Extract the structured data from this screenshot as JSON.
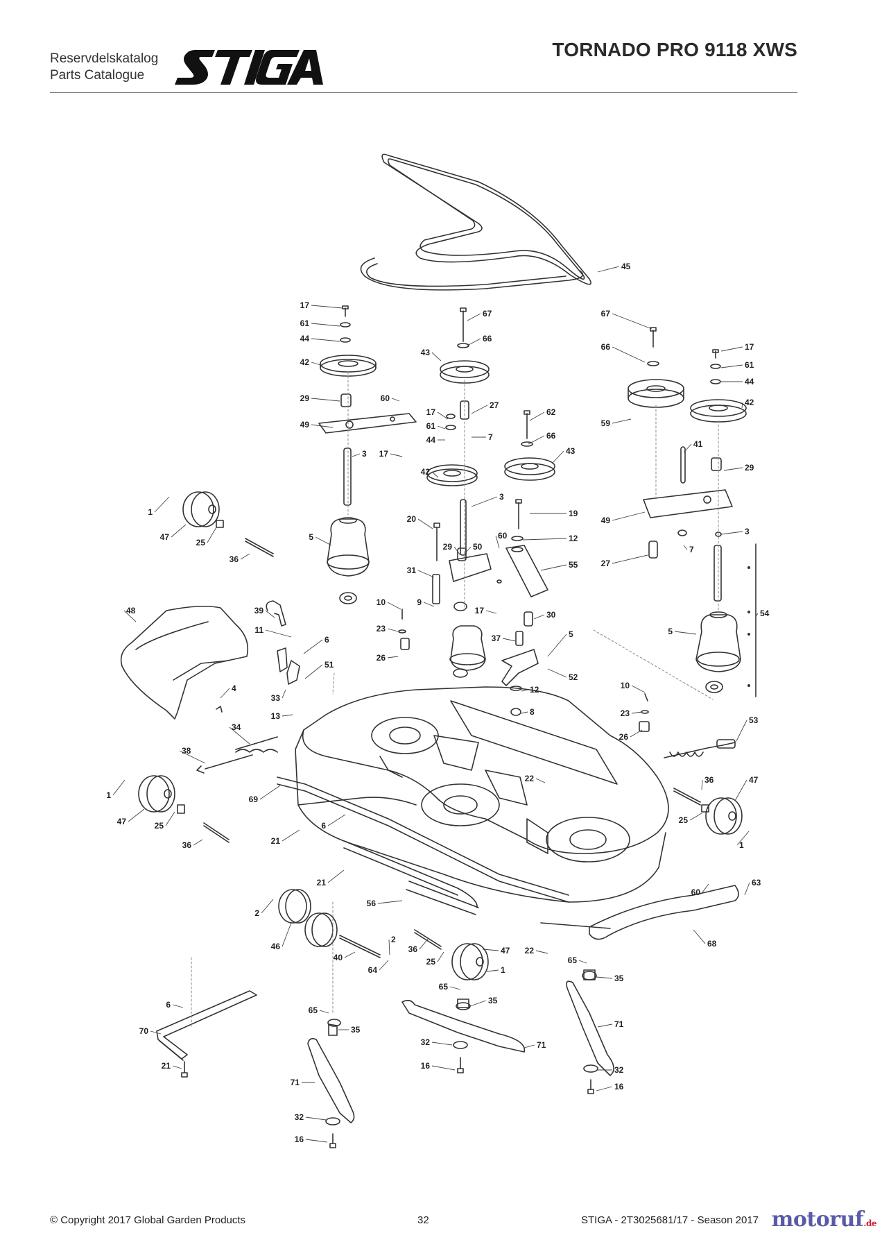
{
  "header": {
    "catalogue_sv": "Reservdelskatalog",
    "catalogue_en": "Parts Catalogue",
    "brand": "STIGA",
    "model_title": "TORNADO PRO 9118 XWS"
  },
  "footer": {
    "copyright": "© Copyright 2017 Global Garden Products",
    "page_number": "32",
    "doc_ref": "STIGA - 2T3025681/17 - Season 2017"
  },
  "watermark": {
    "name": "motoruf",
    "tld": ".de"
  },
  "colors": {
    "line": "#333333",
    "rule": "#777777",
    "watermark": "#5a5aa8"
  },
  "callouts": [
    "1",
    "2",
    "3",
    "4",
    "5",
    "6",
    "7",
    "8",
    "9",
    "10",
    "11",
    "12",
    "13",
    "16",
    "17",
    "19",
    "20",
    "21",
    "22",
    "23",
    "25",
    "26",
    "27",
    "29",
    "30",
    "31",
    "32",
    "33",
    "34",
    "35",
    "36",
    "37",
    "38",
    "39",
    "40",
    "41",
    "42",
    "43",
    "44",
    "45",
    "46",
    "47",
    "48",
    "49",
    "50",
    "51",
    "52",
    "53",
    "54",
    "55",
    "56",
    "59",
    "60",
    "61",
    "62",
    "63",
    "64",
    "65",
    "66",
    "67",
    "68",
    "69",
    "70",
    "71"
  ]
}
